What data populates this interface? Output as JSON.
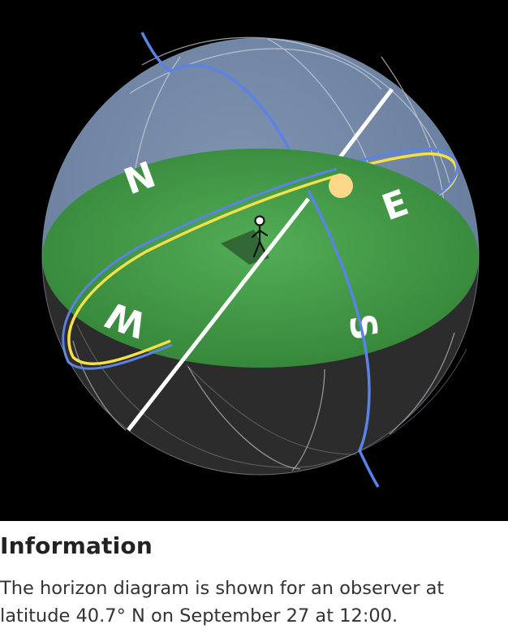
{
  "diagram": {
    "compass": {
      "north": "N",
      "east": "E",
      "south": "S",
      "west": "W"
    },
    "colors": {
      "background": "#000000",
      "sky": "#738aa9",
      "ground_below": "#2b2c2b",
      "horizon_plane": "#45a04a",
      "sun": "#fcd98a",
      "sun_path": "#f6e04a",
      "celestial_equator": "#5b82e6",
      "meridian": "#5b82e6",
      "polar_axis": "#ffffff",
      "grid_lines": "#cfd6df"
    }
  },
  "info": {
    "title": "Information",
    "text": "The horizon diagram is shown for an observer at latitude 40.7° N on September 27 at 12:00."
  }
}
